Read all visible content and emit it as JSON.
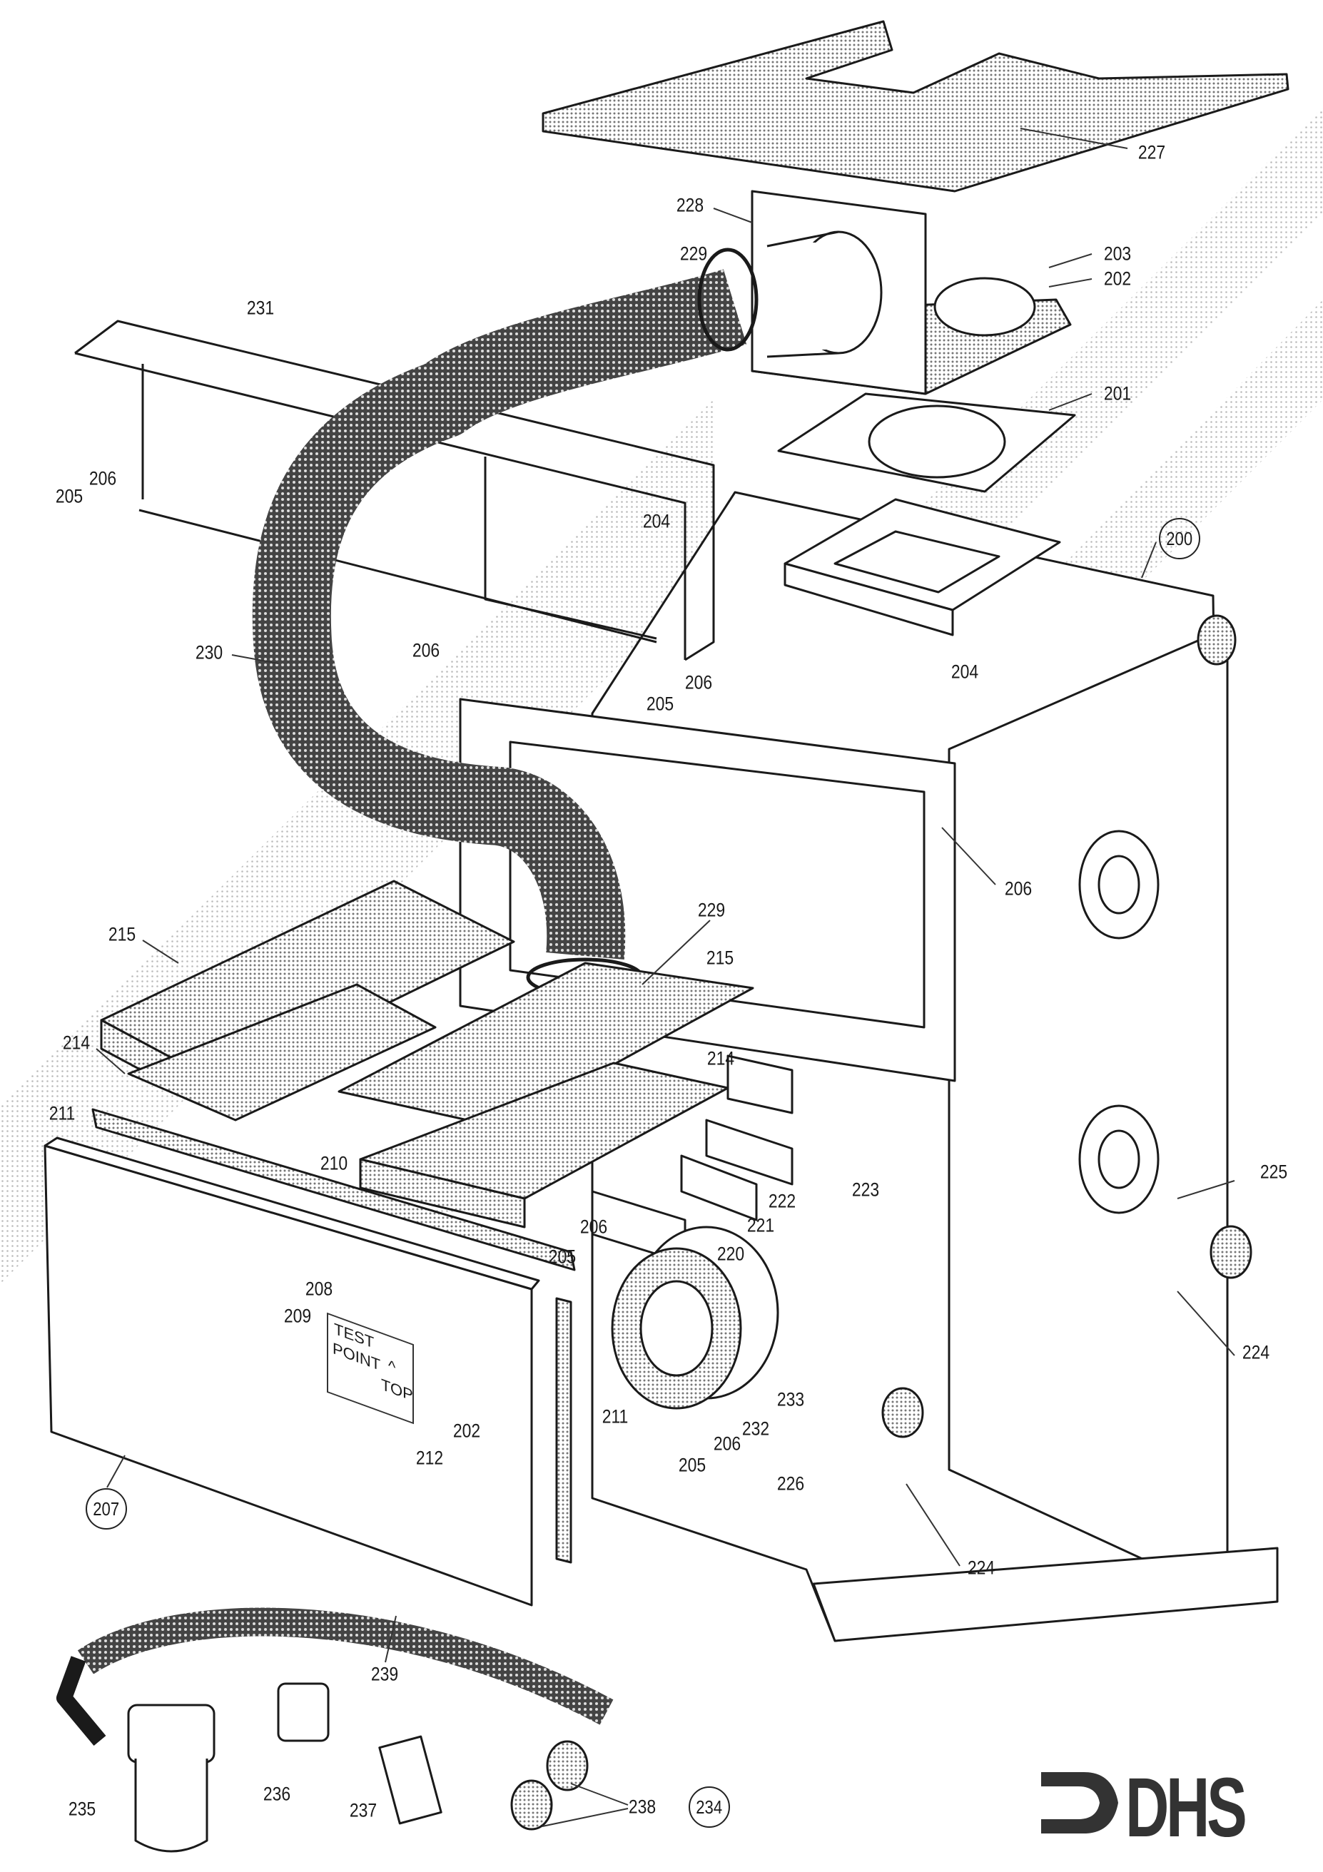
{
  "diagram": {
    "labels": [
      {
        "text": "227"
      },
      {
        "text": "228"
      },
      {
        "text": "229"
      },
      {
        "text": "203"
      },
      {
        "text": "202"
      },
      {
        "text": "231"
      },
      {
        "text": "201"
      },
      {
        "text": "206"
      },
      {
        "text": "205"
      },
      {
        "text": "204"
      },
      {
        "text": "200"
      },
      {
        "text": "230"
      },
      {
        "text": "206"
      },
      {
        "text": "206"
      },
      {
        "text": "205"
      },
      {
        "text": "204"
      },
      {
        "text": "206"
      },
      {
        "text": "215"
      },
      {
        "text": "229"
      },
      {
        "text": "215"
      },
      {
        "text": "214"
      },
      {
        "text": "214"
      },
      {
        "text": "211"
      },
      {
        "text": "210"
      },
      {
        "text": "223"
      },
      {
        "text": "222"
      },
      {
        "text": "221"
      },
      {
        "text": "225"
      },
      {
        "text": "206"
      },
      {
        "text": "205"
      },
      {
        "text": "220"
      },
      {
        "text": "208"
      },
      {
        "text": "209"
      },
      {
        "text": "224"
      },
      {
        "text": "233"
      },
      {
        "text": "232"
      },
      {
        "text": "211"
      },
      {
        "text": "202"
      },
      {
        "text": "206"
      },
      {
        "text": "205"
      },
      {
        "text": "212"
      },
      {
        "text": "226"
      },
      {
        "text": "207"
      },
      {
        "text": "224"
      },
      {
        "text": "239"
      },
      {
        "text": "236"
      },
      {
        "text": "235"
      },
      {
        "text": "237"
      },
      {
        "text": "238"
      },
      {
        "text": "234"
      }
    ],
    "test_label": {
      "line1": "TEST",
      "line2": "POINT",
      "arrow": "^",
      "top": "TOP"
    },
    "logo": {
      "text": "DHS"
    },
    "colors": {
      "ink": "#1a1a1a",
      "stipple": "#9a9a9a",
      "background": "#ffffff"
    }
  }
}
